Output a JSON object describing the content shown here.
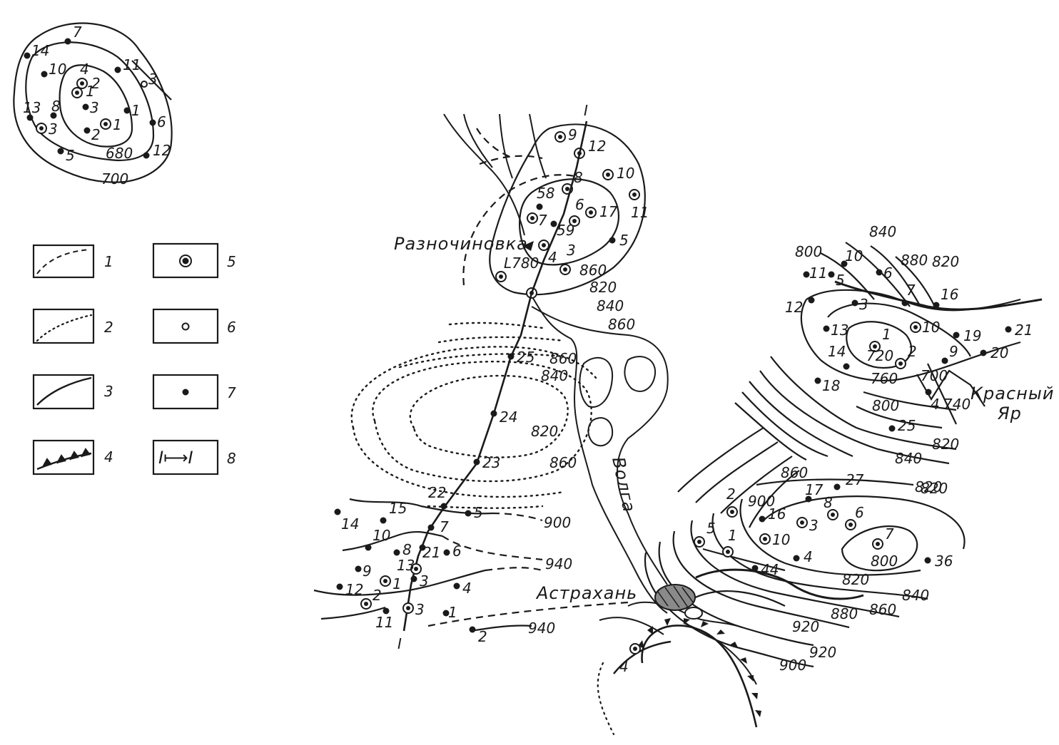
{
  "colors": {
    "ink": "#1a1a1a",
    "paper": "#ffffff",
    "city_fill": "#8a8a8a"
  },
  "legend": [
    {
      "number": "1",
      "symbol": "dashed-line-icon"
    },
    {
      "number": "2",
      "symbol": "dotted-line-icon"
    },
    {
      "number": "3",
      "symbol": "solid-line-icon"
    },
    {
      "number": "4",
      "symbol": "toothed-line-icon"
    },
    {
      "number": "5",
      "symbol": "ringed-well-icon"
    },
    {
      "number": "6",
      "symbol": "open-circle-well-icon"
    },
    {
      "number": "7",
      "symbol": "dot-well-icon"
    },
    {
      "number": "8",
      "symbol": "section-line-icon",
      "text": "I⟼I"
    }
  ],
  "places": {
    "raznochinovka": "Разночиновка",
    "volga": "Волга",
    "astrakhan": "Астрахань",
    "krasny": "Красный",
    "yar": "Яр"
  },
  "section": {
    "label": "I"
  },
  "inset": {
    "wells": [
      "14",
      "7",
      "11",
      "3",
      "10",
      "4",
      "2",
      "1",
      "3",
      "13",
      "8",
      "3",
      "1",
      "6",
      "1",
      "2",
      "12",
      "5"
    ],
    "contours": [
      "680",
      "700"
    ]
  },
  "wells": {
    "north": [
      "9",
      "12",
      "8",
      "10",
      "11",
      "58",
      "6",
      "17",
      "7",
      "59",
      "4",
      "3",
      "5"
    ],
    "central": [
      "25",
      "24",
      "23",
      "22",
      "5",
      "7",
      "6",
      "15",
      "14",
      "10",
      "8",
      "21",
      "13",
      "9",
      "1",
      "3",
      "4",
      "12",
      "2",
      "3",
      "1",
      "11",
      "2"
    ],
    "east": [
      "10",
      "6",
      "7",
      "16",
      "11",
      "5",
      "3",
      "12",
      "13",
      "1",
      "10",
      "19",
      "21",
      "14",
      "2",
      "9",
      "20",
      "18",
      "4",
      "25"
    ],
    "southeast": [
      "27",
      "17",
      "2",
      "16",
      "8",
      "6",
      "3",
      "7",
      "5",
      "1",
      "10",
      "4",
      "44",
      "36",
      "4"
    ]
  },
  "contour_labels": {
    "north": [
      "L780",
      "860",
      "820",
      "840",
      "860"
    ],
    "central": [
      "860",
      "840",
      "820",
      "860",
      "900",
      "940",
      "940"
    ],
    "east": [
      "840",
      "880",
      "820",
      "800",
      "720",
      "760",
      "700",
      "740",
      "800",
      "820",
      "840",
      "820"
    ],
    "southeast": [
      "900",
      "860",
      "820",
      "800",
      "820",
      "840",
      "860",
      "880",
      "920",
      "920",
      "900"
    ]
  }
}
